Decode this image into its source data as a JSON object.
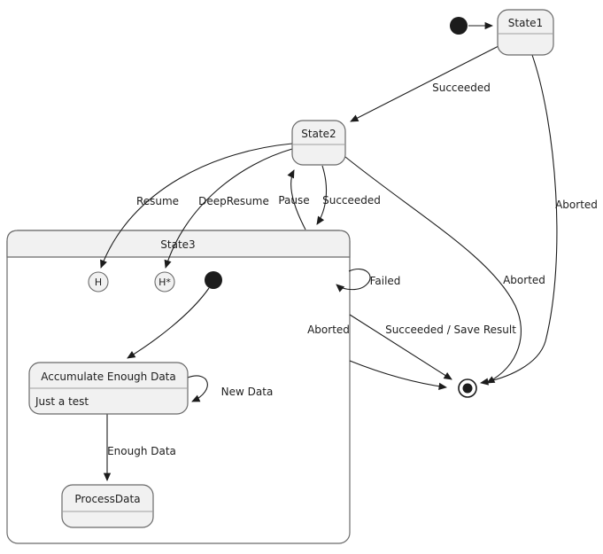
{
  "diagram": {
    "type": "uml-state-diagram",
    "colors": {
      "background": "#ffffff",
      "state_fill": "#f1f1f1",
      "state_border": "#6a6a6a",
      "arrow": "#1c1c1c",
      "text": "#1d1d1d"
    },
    "states": {
      "state1": {
        "label": "State1"
      },
      "state2": {
        "label": "State2"
      },
      "state3": {
        "label": "State3"
      },
      "accumulate": {
        "label": "Accumulate Enough Data",
        "body": "Just a test"
      },
      "process": {
        "label": "ProcessData"
      },
      "history_shallow": {
        "label": "H"
      },
      "history_deep": {
        "label": "H*"
      }
    },
    "transitions": {
      "init_to_state1": "",
      "state1_to_state2": "Succeeded",
      "state1_to_final": "Aborted",
      "state2_to_state3": "Succeeded",
      "state3_to_state2": "Pause",
      "state2_to_history": "Resume",
      "state2_to_deep_history": "DeepResume",
      "state2_to_final": "Aborted",
      "state3_failed_self": "Failed",
      "state3_to_final_aborted": "Aborted",
      "state3_to_final_succeeded": "Succeeded / Save Result",
      "accumulate_self": "New Data",
      "accumulate_to_process": "Enough Data"
    }
  }
}
